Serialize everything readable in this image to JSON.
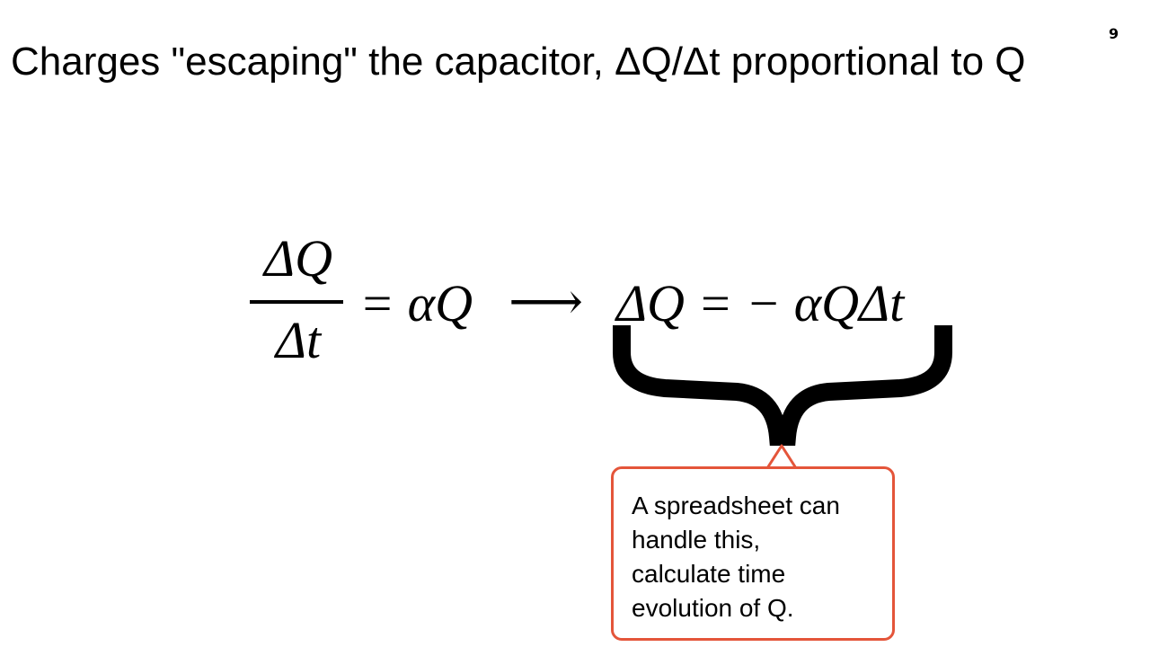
{
  "slide": {
    "page_number": "9",
    "title": "Charges \"escaping\" the capacitor, ΔQ/Δt proportional to Q"
  },
  "equation": {
    "numerator": "ΔQ",
    "denominator": "Δt",
    "rhs1": "= αQ",
    "arrow": "⟶",
    "rhs2": "ΔQ = − αQΔt"
  },
  "callout": {
    "lines": [
      "A spreadsheet can",
      "handle this,",
      "calculate time",
      "evolution of Q."
    ],
    "border_color": "#e4553a"
  },
  "icons": {
    "brace": "underbrace-icon"
  }
}
